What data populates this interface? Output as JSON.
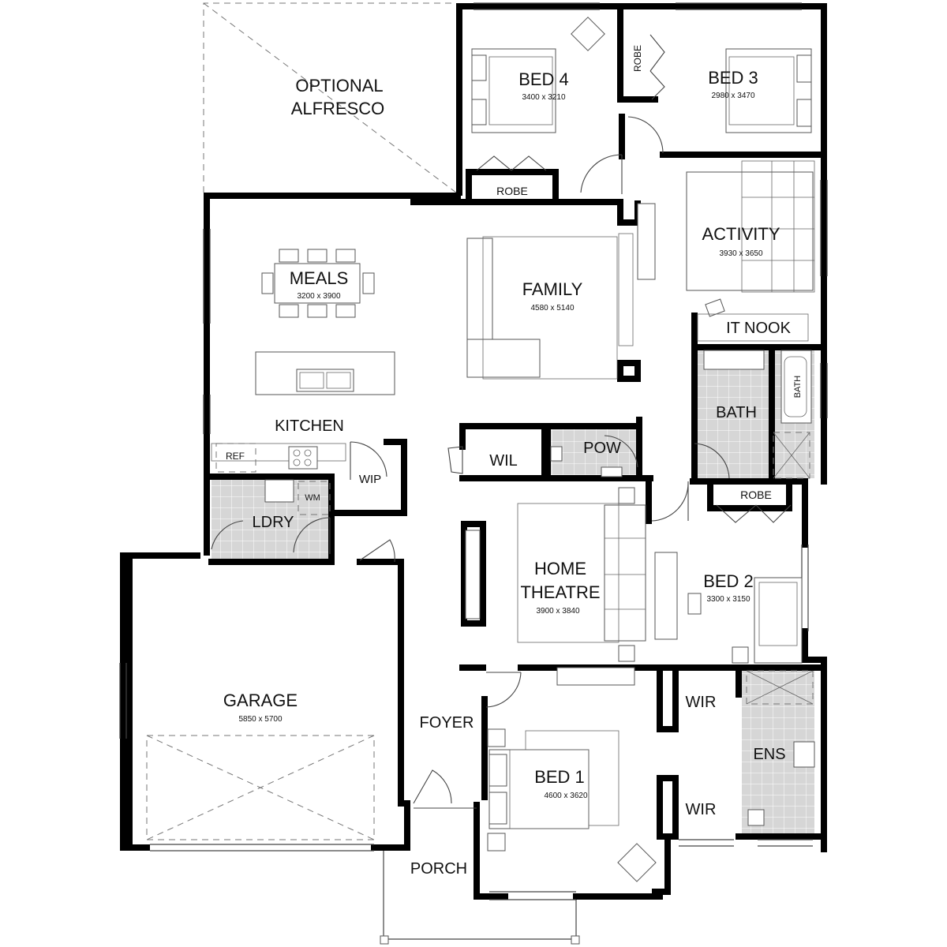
{
  "rooms": {
    "alfresco": {
      "line1": "OPTIONAL",
      "line2": "ALFRESCO"
    },
    "bed4": {
      "name": "BED 4",
      "dims": "3400 x 3210"
    },
    "bed3": {
      "name": "BED 3",
      "dims": "2980 x 3470"
    },
    "robe_bed3": "ROBE",
    "robe_bed4": "ROBE",
    "activity": {
      "name": "ACTIVITY",
      "dims": "3930 x 3650"
    },
    "it_nook": "IT NOOK",
    "meals": {
      "name": "MEALS",
      "dims": "3200 x 3900"
    },
    "family": {
      "name": "FAMILY",
      "dims": "4580 x 5140"
    },
    "kitchen": "KITCHEN",
    "ref": "REF",
    "wip": "WIP",
    "wm": "WM",
    "ldry": "LDRY",
    "wil": "WIL",
    "pow": "POW",
    "bath": "BATH",
    "bath_tub": "BATH",
    "robe_bed2": "ROBE",
    "home_theatre": {
      "line1": "HOME",
      "line2": "THEATRE",
      "dims": "3900 x 3840"
    },
    "bed2": {
      "name": "BED 2",
      "dims": "3300 x 3150"
    },
    "garage": {
      "name": "GARAGE",
      "dims": "5850 x 5700"
    },
    "foyer": "FOYER",
    "bed1": {
      "name": "BED 1",
      "dims": "4600 x 3620"
    },
    "wir_upper": "WIR",
    "wir_lower": "WIR",
    "ens": "ENS",
    "porch": "PORCH"
  }
}
